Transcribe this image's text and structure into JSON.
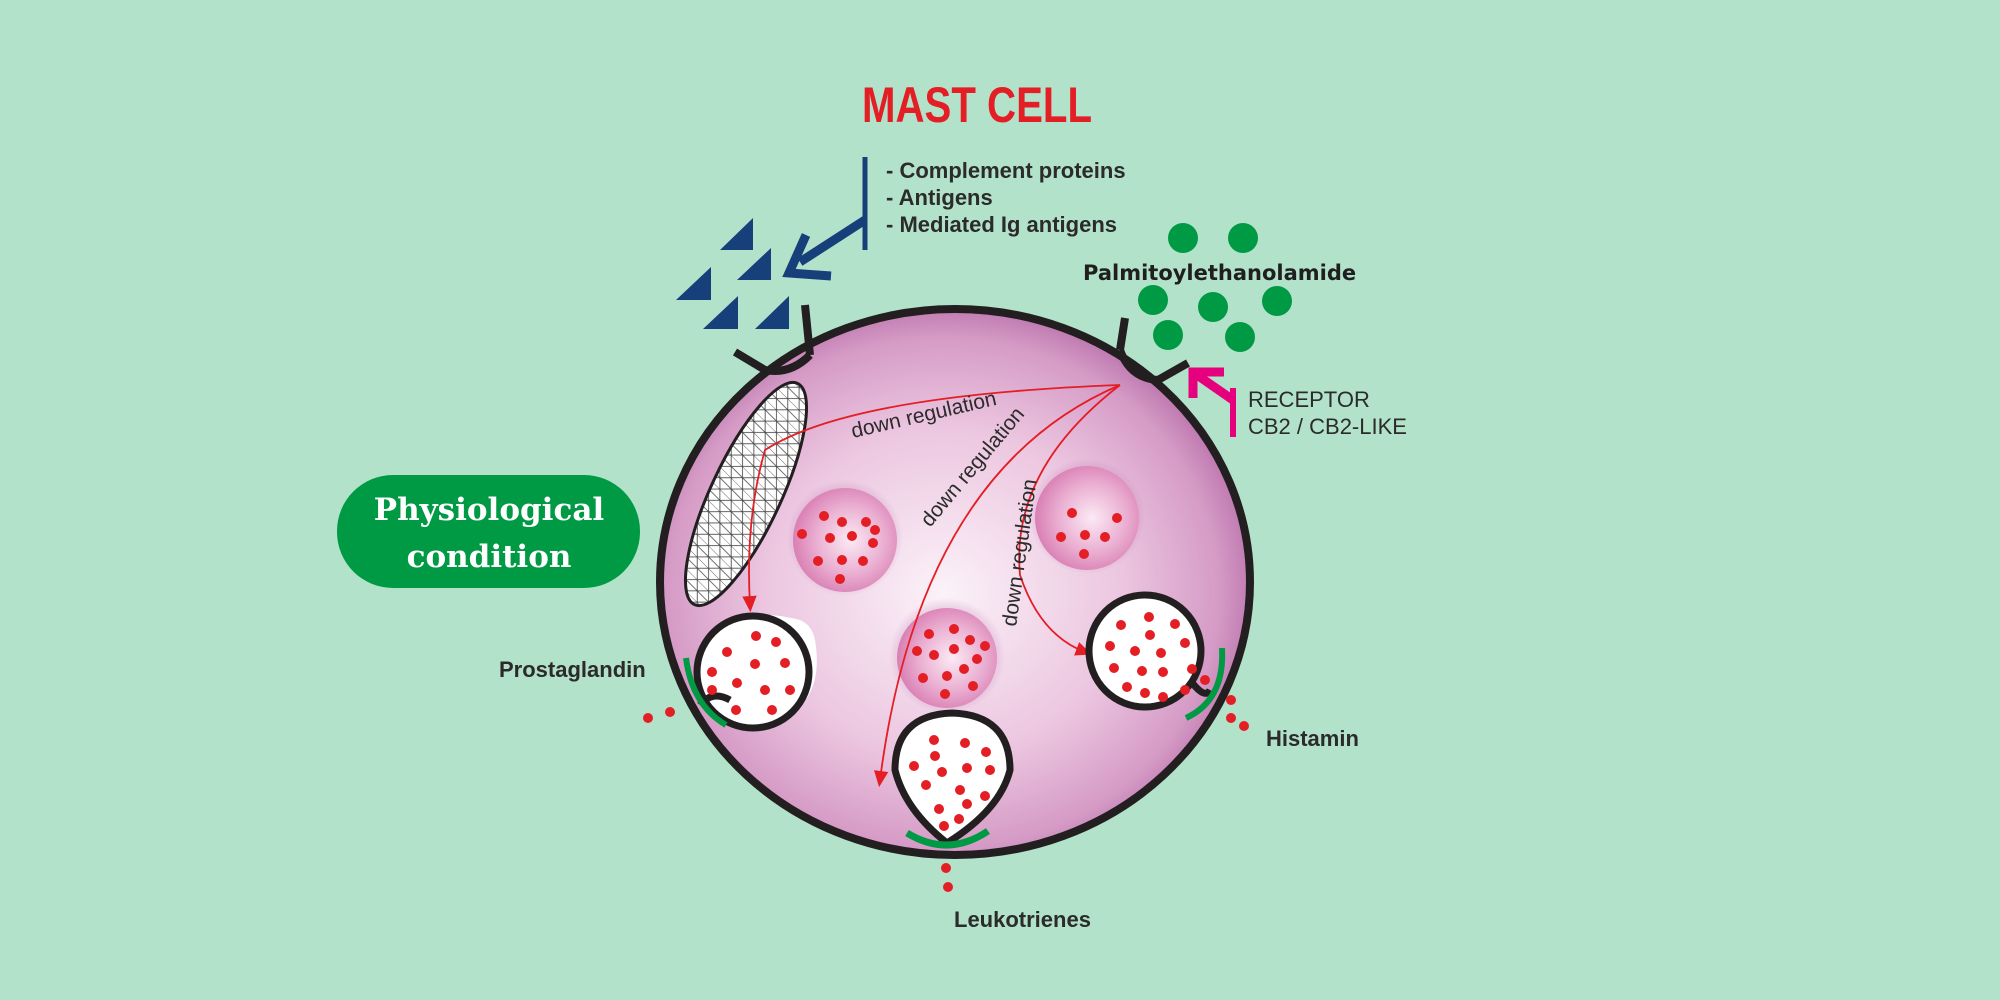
{
  "title": "MAST CELL",
  "triggers": [
    "- Complement proteins",
    "- Antigens",
    "- Mediated Ig antigens"
  ],
  "pea_label": "Palmitoylethanolamide",
  "receptor": {
    "line1": "RECEPTOR",
    "line2": "CB2 / CB2-LIKE"
  },
  "condition": {
    "line1": "Physiological",
    "line2": "condition"
  },
  "arrows": [
    "down regulation",
    "down regulation",
    "down regulation"
  ],
  "mediators": {
    "left": "Prostaglandin",
    "right": "Histamin",
    "bottom": "Leukotrienes"
  },
  "colors": {
    "background": "#b3e2ca",
    "title": "#e31e24",
    "antigen": "#173f7a",
    "pea": "#009a44",
    "receptor_arrow": "#e6007e",
    "granule_dot": "#e31e24",
    "pill": "#009a44",
    "cell_edge": "#231f20"
  }
}
